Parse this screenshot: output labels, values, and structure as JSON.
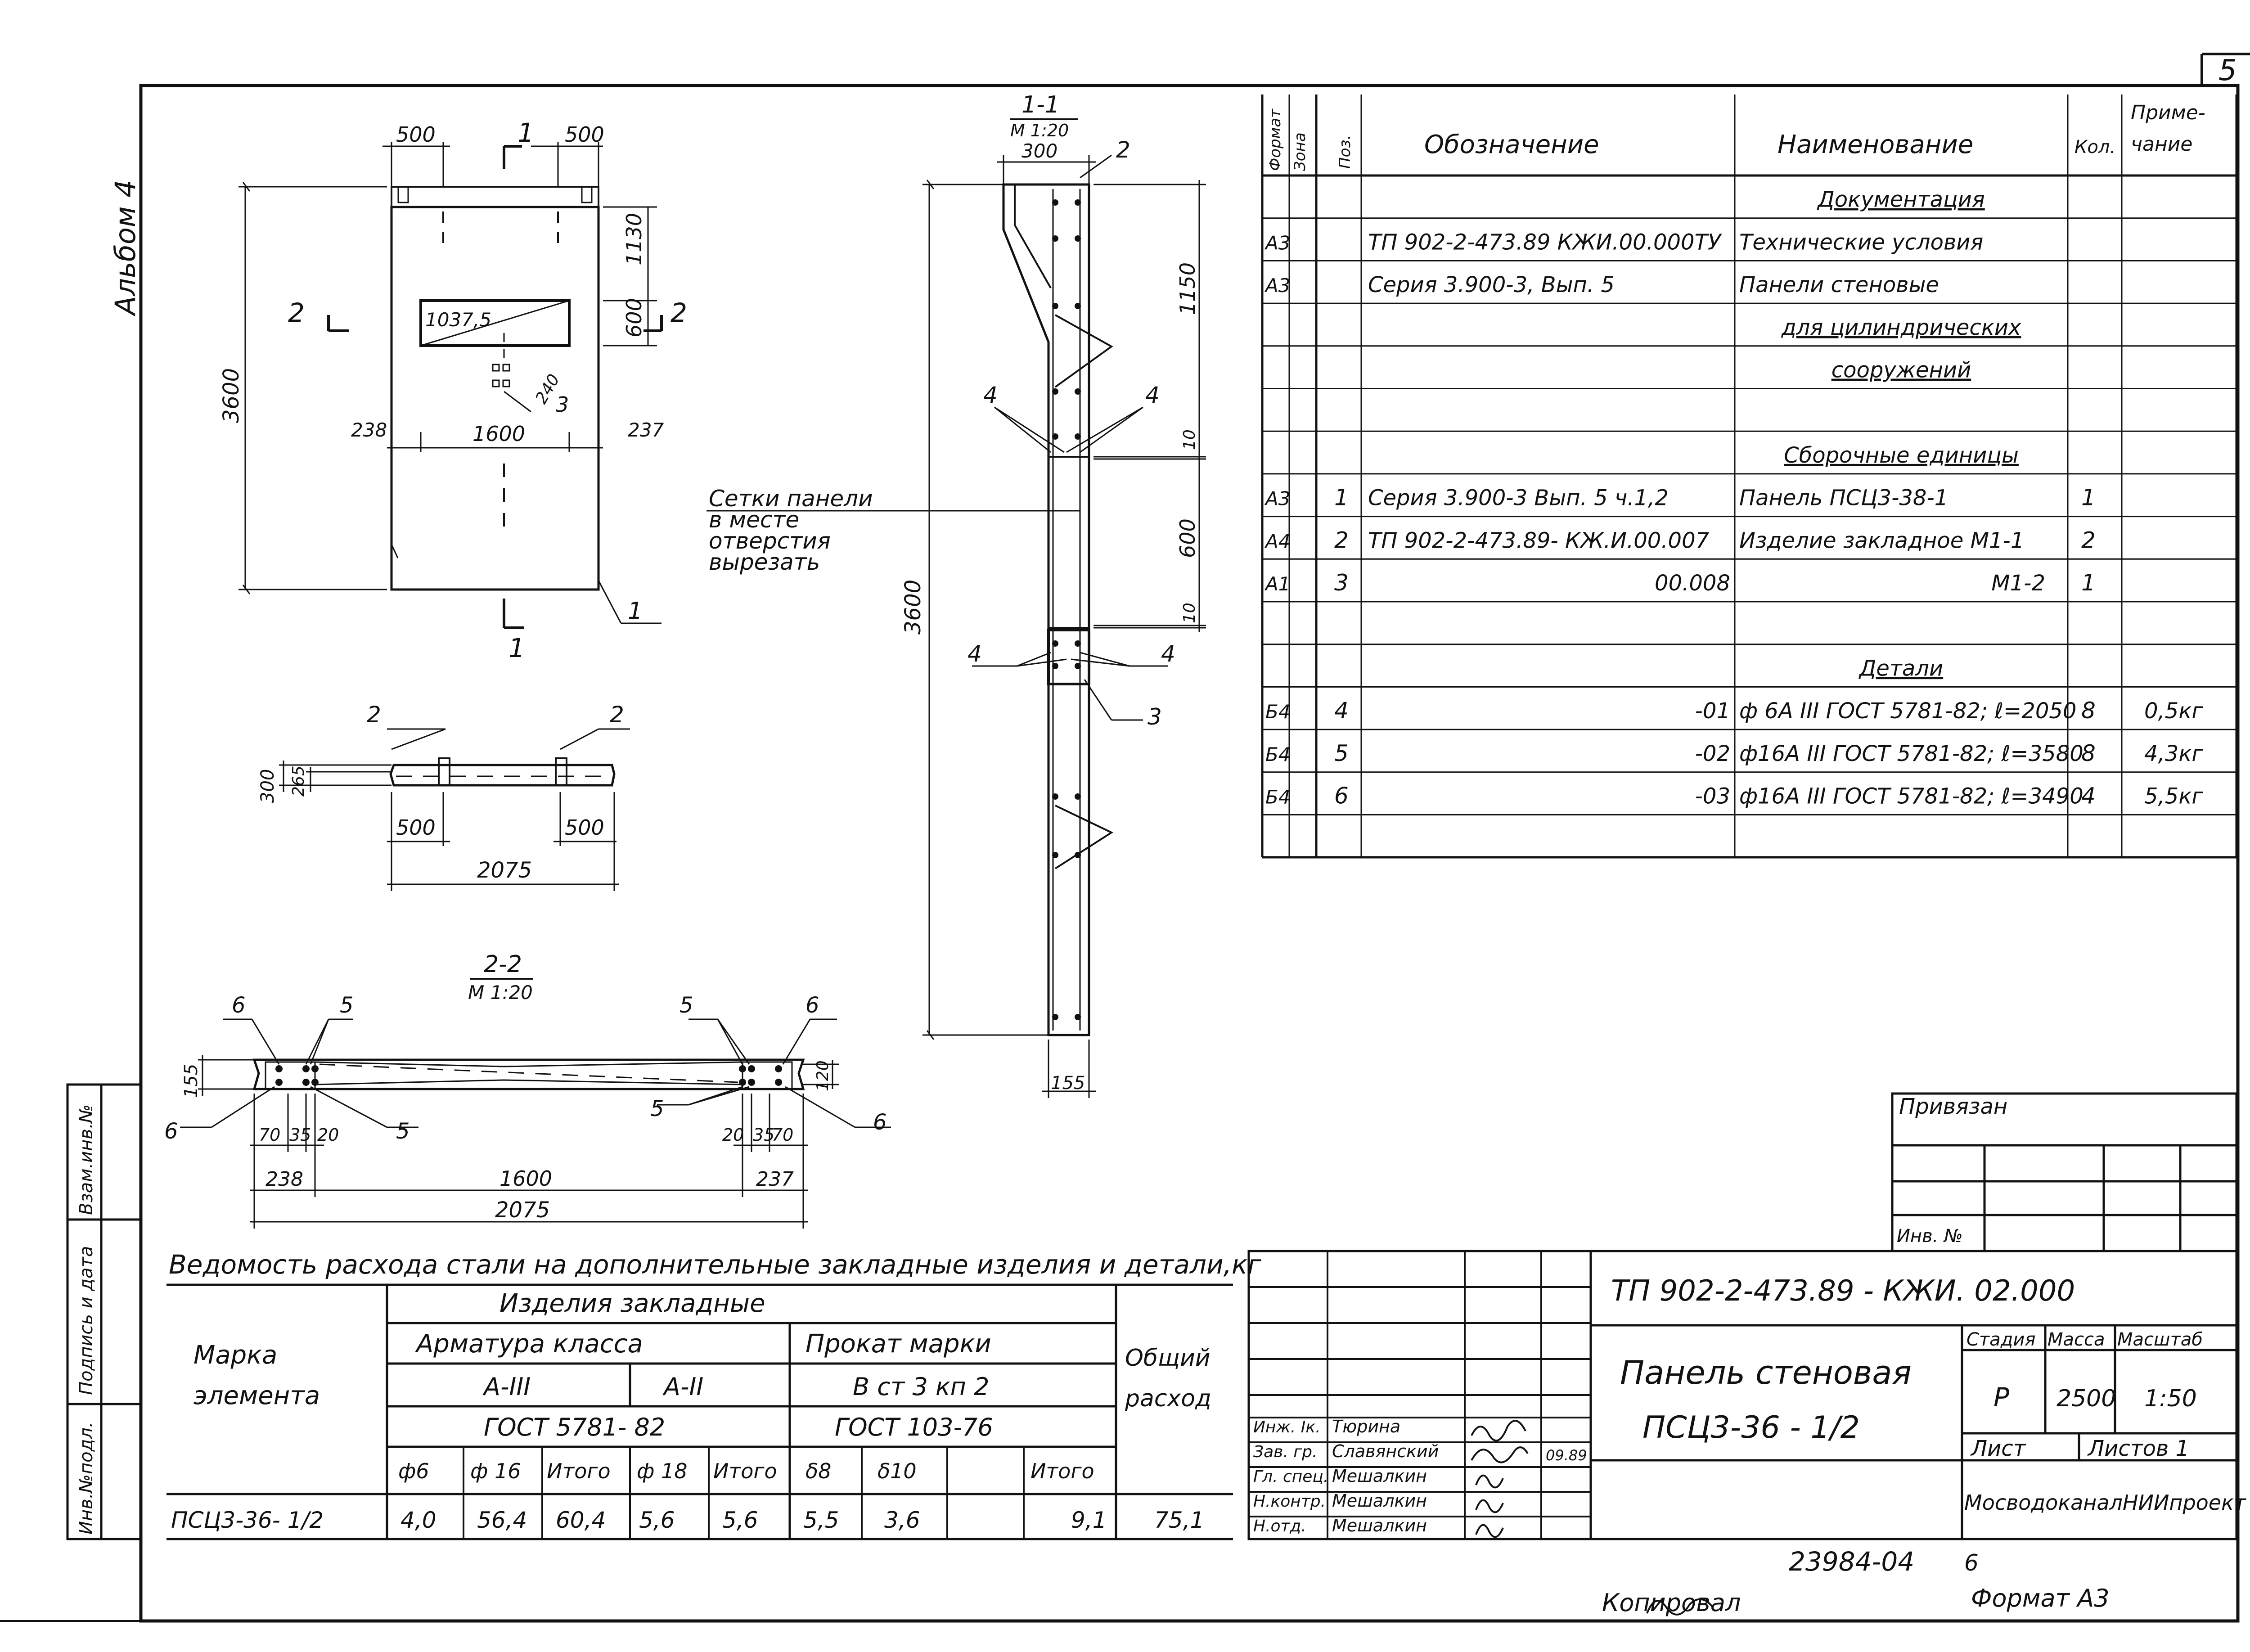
{
  "sheet": {
    "page_number": "5",
    "album": "Альбом 4",
    "copied_by_label": "Копировал",
    "format_label": "Формат А3",
    "archive_number": "23984-04",
    "archive_sheet": "6"
  },
  "side_stamp": {
    "inv_original": "Инв.№подл.",
    "sign_date": "Подпись и дата",
    "replaces_inv": "Взам.инв.№"
  },
  "elevation": {
    "section_marker_1_top": "1",
    "section_marker_1_bottom": "1",
    "section_marker_2_left": "2",
    "section_marker_2_right": "2",
    "dim_top_left": "500",
    "dim_top_right": "500",
    "height": "3600",
    "dim_1130": "1130",
    "dim_600": "600",
    "dim_1037": "1037,5",
    "dim_240": "240",
    "dim_238": "238",
    "dim_1600": "1600",
    "dim_237": "237",
    "pos_3": "3",
    "pos_1": "1"
  },
  "plan": {
    "pos_2_left": "2",
    "pos_2_right": "2",
    "dim_300": "300",
    "dim_265": "265",
    "dim_500_left": "500",
    "dim_500_right": "500",
    "dim_2075": "2075"
  },
  "section_1_1": {
    "title": "1-1",
    "scale": "М 1:20",
    "width": "300",
    "pos_2": "2",
    "dim_1150": "1150",
    "dim_10_top": "10",
    "dim_600": "600",
    "dim_10_bottom": "10",
    "height": "3600",
    "dim_155": "155",
    "pos_4": "4",
    "pos_3": "3"
  },
  "note": {
    "line1": "Сетки панели",
    "line2": "в месте",
    "line3": "отверстия",
    "line4": "вырезать"
  },
  "section_2_2": {
    "title": "2-2",
    "scale": "М 1:20",
    "pos_5": "5",
    "pos_6": "6",
    "dim_155": "155",
    "dim_120": "120",
    "dims_left": [
      "70",
      "35",
      "20"
    ],
    "dims_right": [
      "20",
      "35",
      "70"
    ],
    "dim_238": "238",
    "dim_1600": "1600",
    "dim_237": "237",
    "dim_2075": "2075"
  },
  "spec": {
    "headers": {
      "format": "Формат",
      "zone": "Зона",
      "pos": "Поз.",
      "designation": "Обозначение",
      "name": "Наименование",
      "qty": "Кол.",
      "note_1": "Приме-",
      "note_2": "чание"
    },
    "rows": [
      {
        "format": "",
        "zone": "",
        "pos": "",
        "designation": "",
        "name": "Документация",
        "qty": "",
        "note": ""
      },
      {
        "format": "А3",
        "zone": "",
        "pos": "",
        "designation": "ТП 902-2-473.89 КЖИ.00.000ТУ",
        "name": "Технические условия",
        "qty": "",
        "note": ""
      },
      {
        "format": "А3",
        "zone": "",
        "pos": "",
        "designation": "Серия 3.900-3,   Вып. 5",
        "name": "Панели   стеновые",
        "qty": "",
        "note": ""
      },
      {
        "format": "",
        "zone": "",
        "pos": "",
        "designation": "",
        "name": "для  цилиндрических",
        "qty": "",
        "note": ""
      },
      {
        "format": "",
        "zone": "",
        "pos": "",
        "designation": "",
        "name": "сооружений",
        "qty": "",
        "note": ""
      },
      {
        "format": "",
        "zone": "",
        "pos": "",
        "designation": "",
        "name": "",
        "qty": "",
        "note": ""
      },
      {
        "format": "",
        "zone": "",
        "pos": "",
        "designation": "",
        "name": "Сборочные  единицы",
        "qty": "",
        "note": ""
      },
      {
        "format": "А3",
        "zone": "",
        "pos": "1",
        "designation": "Серия  3.900-3    Вып. 5 ч.1,2",
        "name": "Панель  ПСЦ3-38-1",
        "qty": "1",
        "note": ""
      },
      {
        "format": "А4",
        "zone": "",
        "pos": "2",
        "designation": "ТП 902-2-473.89- КЖ.И.00.007",
        "name": "Изделие  закладное  М1-1",
        "qty": "2",
        "note": ""
      },
      {
        "format": "А1",
        "zone": "",
        "pos": "3",
        "designation": "00.008",
        "name": "М1-2",
        "qty": "1",
        "note": ""
      },
      {
        "format": "",
        "zone": "",
        "pos": "",
        "designation": "",
        "name": "",
        "qty": "",
        "note": ""
      },
      {
        "format": "",
        "zone": "",
        "pos": "",
        "designation": "",
        "name": "Детали",
        "qty": "",
        "note": ""
      },
      {
        "format": "Б4",
        "zone": "",
        "pos": "4",
        "designation": "-01",
        "name": "ф 6А III  ГОСТ 5781-82; ℓ=2050",
        "qty": "8",
        "note": "0,5кг"
      },
      {
        "format": "Б4",
        "zone": "",
        "pos": "5",
        "designation": "-02",
        "name": "ф16А III  ГОСТ 5781-82; ℓ=3580",
        "qty": "8",
        "note": "4,3кг"
      },
      {
        "format": "Б4",
        "zone": "",
        "pos": "6",
        "designation": "-03",
        "name": "ф16А III  ГОСТ 5781-82; ℓ=3490",
        "qty": "4",
        "note": "5,5кг"
      },
      {
        "format": "",
        "zone": "",
        "pos": "",
        "designation": "",
        "name": "",
        "qty": "",
        "note": ""
      }
    ]
  },
  "steel": {
    "title": "Ведомость   расхода   стали  на  дополнительные  закладные  изделия  и детали,кг",
    "mark_1": "Марка",
    "mark_2": "элемента",
    "embedded": "Изделия   закладные",
    "rebar": "Арматура    класса",
    "rebar_a3": "А-III",
    "rebar_a2": "А-II",
    "rebar_gost": "ГОСТ   5781- 82",
    "rolled": "Прокат   марки",
    "rolled_grade": "В ст  3 кп 2",
    "rolled_gost": "ГОСТ   103-76",
    "total_1": "Общий",
    "total_2": "расход",
    "cols": [
      "ф6",
      "ф 16",
      "Итого",
      "ф 18",
      "Итого",
      "δ8",
      "δ10",
      "",
      "Итого"
    ],
    "row": {
      "mark": "ПСЦ3-36- 1/2",
      "values": [
        "4,0",
        "56,4",
        "60,4",
        "5,6",
        "5,6",
        "5,5",
        "3,6",
        "",
        "9,1"
      ],
      "total": "75,1"
    }
  },
  "binding": {
    "title": "Привязан",
    "inv": "Инв. №"
  },
  "title_block": {
    "code": "ТП 902-2-473.89 - КЖИ. 02.000",
    "name_1": "Панель   стеновая",
    "name_2": "ПСЦ3-36 - 1/2",
    "stage_label": "Стадия",
    "mass_label": "Масса",
    "scale_label": "Масштаб",
    "stage": "Р",
    "mass": "2500",
    "scale": "1:50",
    "sheet_label": "Лист",
    "sheets_label": "Листов 1",
    "org": "МосводоканалНИИпроект",
    "date": "09.89",
    "roles": [
      {
        "role": "Инж. Iк.",
        "name": "Тюрина"
      },
      {
        "role": "Зав. гр.",
        "name": "Славянский"
      },
      {
        "role": "Гл. спец.",
        "name": "Мешалкин"
      },
      {
        "role": "Н.контр.",
        "name": "Мешалкин"
      },
      {
        "role": "Н.отд.",
        "name": "Мешалкин"
      }
    ]
  }
}
